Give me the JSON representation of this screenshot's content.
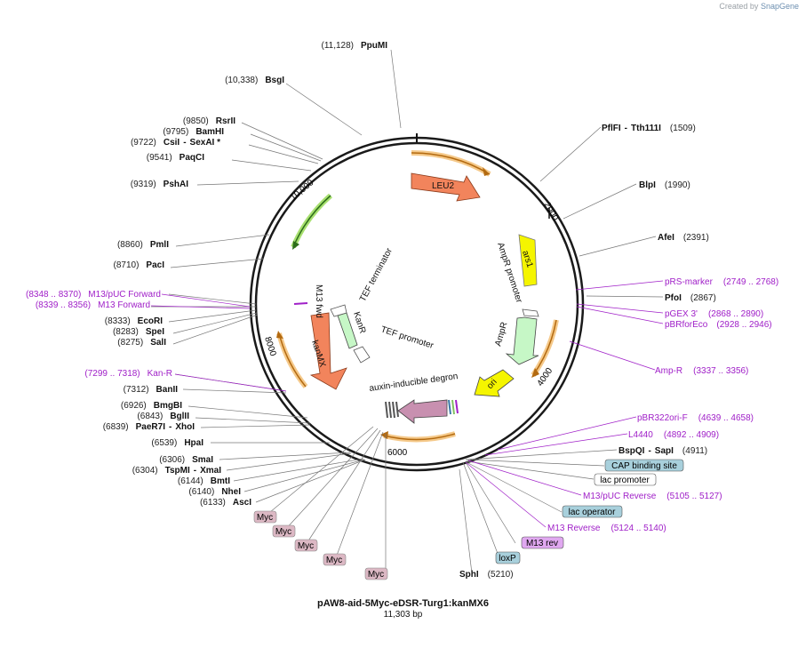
{
  "watermark": {
    "created_by": "Created by",
    "brand": "SnapGene"
  },
  "plasmid": {
    "name": "pAW8-aid-5Myc-eDSR-Turg1:kanMX6",
    "size_label": "11,303 bp"
  },
  "ticks": [
    {
      "label": "2000",
      "angle": 61
    },
    {
      "label": "4000",
      "angle": 126
    },
    {
      "label": "6000",
      "angle": 187
    },
    {
      "label": "8000",
      "angle": 254
    },
    {
      "label": "10,000",
      "angle": 318
    }
  ],
  "sites_right": [
    {
      "name": "PflFI",
      "sep": "-",
      "name2": "Tth111I",
      "pos": "(1509)"
    },
    {
      "name": "BlpI",
      "pos": "(1990)"
    },
    {
      "name": "AfeI",
      "pos": "(2391)"
    },
    {
      "name": "pRS-marker",
      "pos": "(2749 .. 2768)",
      "primer": true
    },
    {
      "name": "PfoI",
      "pos": "(2867)"
    },
    {
      "name": "pGEX 3'",
      "pos": "(2868 .. 2890)",
      "primer": true
    },
    {
      "name": "pBRforEco",
      "pos": "(2928 .. 2946)",
      "primer": true
    },
    {
      "name": "Amp-R",
      "pos": "(3337 .. 3356)",
      "primer": true
    },
    {
      "name": "pBR322ori-F",
      "pos": "(4639 .. 4658)",
      "primer": true
    },
    {
      "name": "L4440",
      "pos": "(4892 .. 4909)",
      "primer": true
    },
    {
      "name": "BspQI",
      "sep": "-",
      "name2": "SapI",
      "pos": "(4911)"
    },
    {
      "name": "M13/pUC Reverse",
      "pos": "(5105 .. 5127)",
      "primer": true
    },
    {
      "name": "M13 Reverse",
      "pos": "(5124 .. 5140)",
      "primer": true
    },
    {
      "name": "SphI",
      "pos": "(5210)"
    }
  ],
  "sites_left": [
    {
      "name": "PpuMI",
      "pos": "(11,128)"
    },
    {
      "name": "BsgI",
      "pos": "(10,338)"
    },
    {
      "name": "RsrII",
      "pos": "(9850)"
    },
    {
      "name": "BamHI",
      "pos": "(9795)"
    },
    {
      "name": "CsiI",
      "sep": "-",
      "name2": "SexAI *",
      "pos": "(9722)"
    },
    {
      "name": "PaqCI",
      "pos": "(9541)"
    },
    {
      "name": "PshAI",
      "pos": "(9319)"
    },
    {
      "name": "PmlI",
      "pos": "(8860)"
    },
    {
      "name": "PacI",
      "pos": "(8710)"
    },
    {
      "name": "M13/pUC Forward",
      "pos": "(8348 .. 8370)",
      "primer": true
    },
    {
      "name": "M13 Forward",
      "pos": "(8339 .. 8356)",
      "primer": true
    },
    {
      "name": "EcoRI",
      "pos": "(8333)"
    },
    {
      "name": "SpeI",
      "pos": "(8283)"
    },
    {
      "name": "SalI",
      "pos": "(8275)"
    },
    {
      "name": "Kan-R",
      "pos": "(7299 .. 7318)",
      "primer": true
    },
    {
      "name": "BanII",
      "pos": "(7312)"
    },
    {
      "name": "BmgBI",
      "pos": "(6926)"
    },
    {
      "name": "BglII",
      "pos": "(6843)"
    },
    {
      "name": "PaeR7I",
      "sep": "-",
      "name2": "XhoI",
      "pos": "(6839)"
    },
    {
      "name": "HpaI",
      "pos": "(6539)"
    },
    {
      "name": "SmaI",
      "pos": "(6306)"
    },
    {
      "name": "TspMI",
      "sep": "-",
      "name2": "XmaI",
      "pos": "(6304)"
    },
    {
      "name": "BmtI",
      "pos": "(6144)"
    },
    {
      "name": "NheI",
      "pos": "(6140)"
    },
    {
      "name": "AscI",
      "pos": "(6133)"
    }
  ],
  "boxed_features": [
    {
      "name": "CAP binding site",
      "color": "#a8d0dc"
    },
    {
      "name": "lac promoter",
      "color": "#ffffff"
    },
    {
      "name": "lac operator",
      "color": "#a8d0dc"
    },
    {
      "name": "M13 rev",
      "color": "#e0a8f0"
    },
    {
      "name": "loxP",
      "color": "#a8d0dc"
    },
    {
      "name": "Myc",
      "color": "#dcb8c4"
    },
    {
      "name": "Myc",
      "color": "#dcb8c4"
    },
    {
      "name": "Myc",
      "color": "#dcb8c4"
    },
    {
      "name": "Myc",
      "color": "#dcb8c4"
    },
    {
      "name": "Myc",
      "color": "#dcb8c4"
    }
  ],
  "inner_features": [
    {
      "name": "LEU2",
      "color": "#f2845c"
    },
    {
      "name": "ars1",
      "color": "#f5f500"
    },
    {
      "name": "AmpR promoter",
      "color": "#ffffff"
    },
    {
      "name": "AmpR",
      "color": "#c6f7c6"
    },
    {
      "name": "ori",
      "color": "#f5f500"
    },
    {
      "name": "auxin-inducible degron",
      "color": "#c890b0"
    },
    {
      "name": "kanMX",
      "color": "#f2845c"
    },
    {
      "name": "KanR",
      "color": "#c6f7c6"
    },
    {
      "name": "TEF promoter",
      "color": "#ffffff"
    },
    {
      "name": "TEF terminator",
      "color": "#ffffff"
    },
    {
      "name": "M13 fwd",
      "color": "#e0a8f0"
    }
  ]
}
